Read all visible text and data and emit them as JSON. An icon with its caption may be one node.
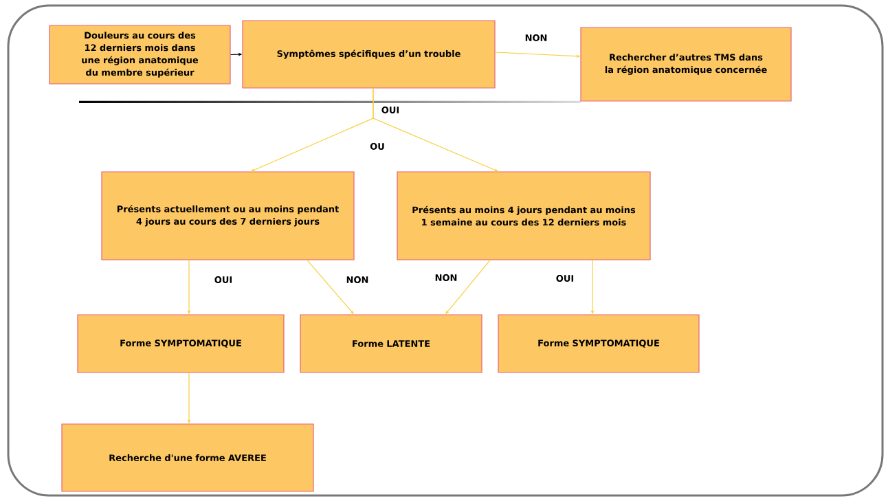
{
  "diagram": {
    "nodes": [
      {
        "text": [
          "Douleurs au cours des 12 derniers mois dans une région anatomique du membre supérieur"
        ]
      },
      {
        "text": [
          "Symptômes spécifiques d’un trouble"
        ]
      },
      {
        "text": [
          "Rechercher d’autres TMS dans la région anatomique concernée"
        ]
      },
      {
        "text": [
          "Présents actuellement ou au moins pendant 4 jours au cours des 7 derniers jours"
        ]
      },
      {
        "text": [
          "Présents au moins 4 jours pendant au moins 1 semaine au cours des 12 derniers mois"
        ]
      },
      {
        "text": [
          "Forme SYMPTOMATIQUE"
        ]
      },
      {
        "text": [
          "Forme LATENTE"
        ]
      },
      {
        "text": [
          "Forme SYMPTOMATIQUE"
        ]
      },
      {
        "text": [
          "Recherche d'une forme AVEREE"
        ]
      }
    ],
    "edges": [
      {
        "from": 0,
        "to": 1,
        "arrow": "to",
        "color": "#000000"
      },
      {
        "from": 1,
        "to": 2,
        "arrow": "to",
        "label": "NON"
      },
      {
        "from": 1,
        "to": 3,
        "arrow": "to",
        "label": "OUI"
      },
      {
        "from": 1,
        "to": 4,
        "arrow": "to"
      },
      {
        "from": 3,
        "to": 5,
        "arrow": "to",
        "label": "OUI"
      },
      {
        "from": 3,
        "to": 6,
        "arrow": "to",
        "label": "NON"
      },
      {
        "from": 4,
        "to": 6,
        "arrow": "to",
        "label": "NON"
      },
      {
        "from": 4,
        "to": 7,
        "arrow": "to",
        "label": "OUI"
      },
      {
        "from": 5,
        "to": 8,
        "arrow": "to"
      }
    ],
    "labels": [
      "OU"
    ]
  }
}
